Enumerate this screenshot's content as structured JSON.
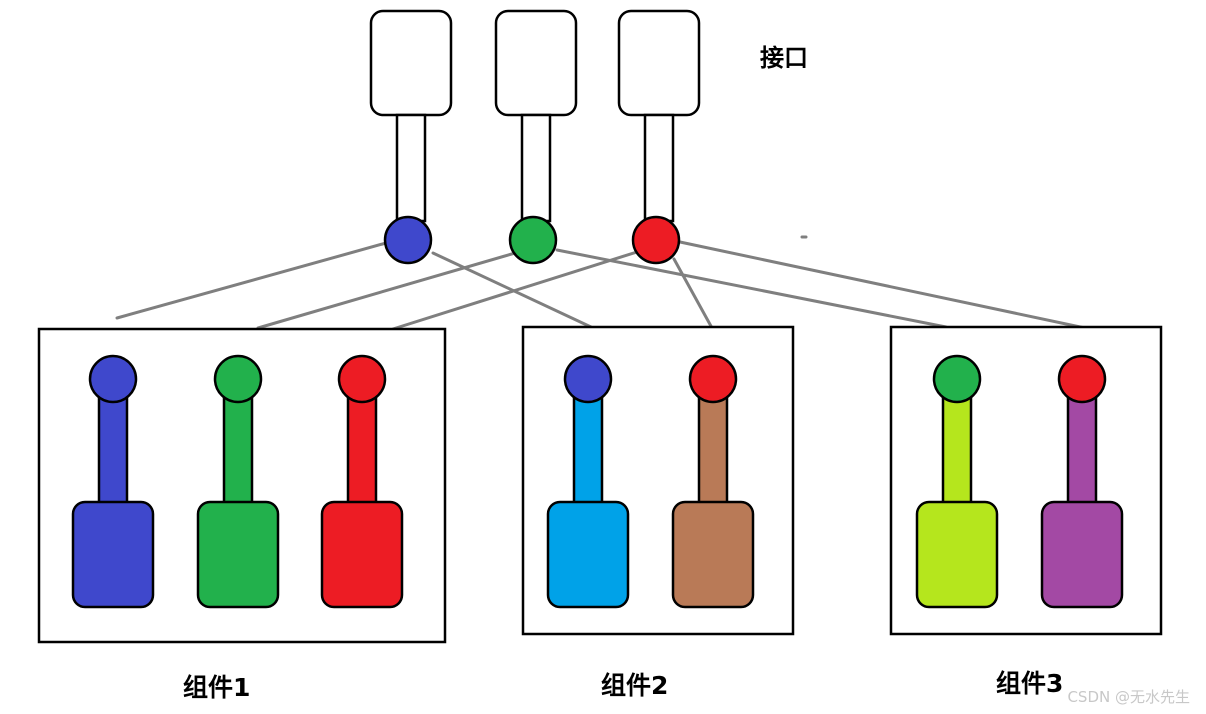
{
  "labels": {
    "interface": "接口",
    "components": [
      "组件1",
      "组件2",
      "组件3"
    ],
    "watermark": "CSDN @无水先生"
  },
  "colors": {
    "blue": "#3f48cc",
    "green": "#22b14c",
    "red": "#ed1c24",
    "light_blue": "#00a2e8",
    "brown": "#b97a57",
    "lime": "#b5e61d",
    "purple": "#a349a4",
    "connector_line": "#7f7f7f",
    "outline": "#000000"
  },
  "interfaces": [
    {
      "name": "interface-blue",
      "color": "blue"
    },
    {
      "name": "interface-green",
      "color": "green"
    },
    {
      "name": "interface-red",
      "color": "red"
    }
  ],
  "components": [
    {
      "name": "component-1",
      "label_index": 0,
      "plugs": [
        {
          "ball": "blue",
          "body": "blue"
        },
        {
          "ball": "green",
          "body": "green"
        },
        {
          "ball": "red",
          "body": "red"
        }
      ]
    },
    {
      "name": "component-2",
      "label_index": 1,
      "plugs": [
        {
          "ball": "blue",
          "body": "light_blue"
        },
        {
          "ball": "red",
          "body": "brown"
        }
      ]
    },
    {
      "name": "component-3",
      "label_index": 2,
      "plugs": [
        {
          "ball": "green",
          "body": "lime"
        },
        {
          "ball": "red",
          "body": "purple"
        }
      ]
    }
  ]
}
